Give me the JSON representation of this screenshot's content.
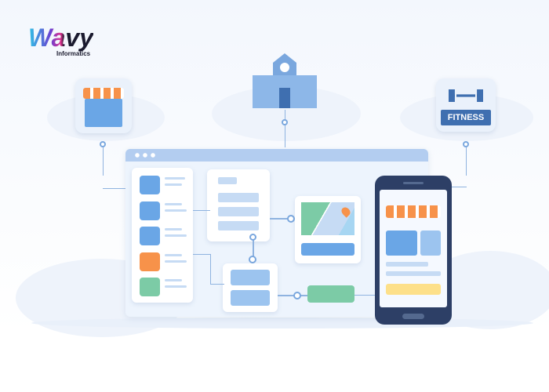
{
  "logo": {
    "name": "Wavy",
    "tagline": "Informatics"
  },
  "fitness_sign": "FITNESS",
  "colors": {
    "blue": "#6aa6e6",
    "orange": "#f7924a",
    "green": "#7ccba6",
    "navy": "#2d3f66"
  }
}
